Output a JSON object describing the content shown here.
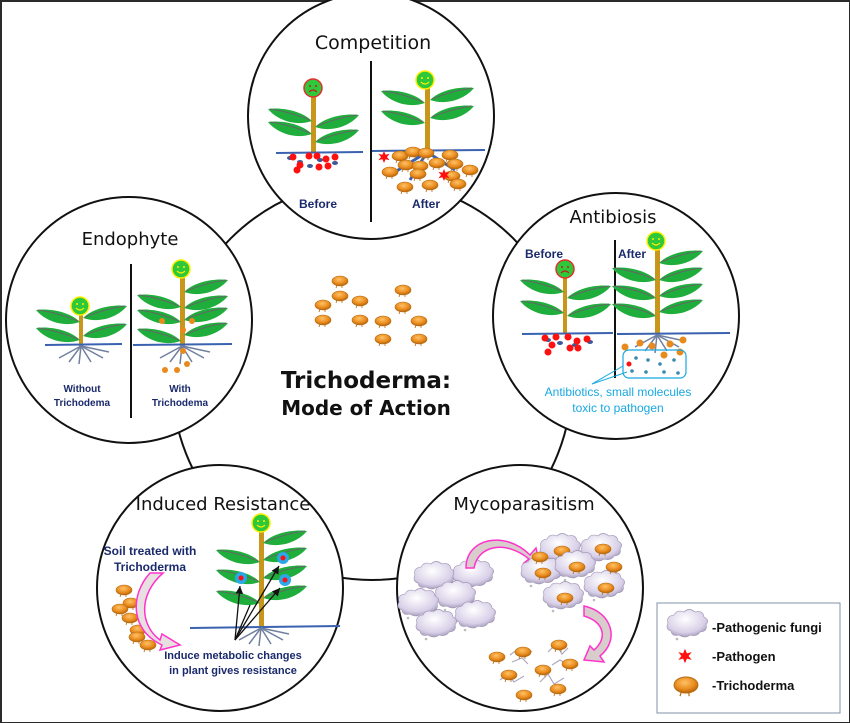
{
  "center": {
    "title_line1": "Trichoderma:",
    "title_line2": "Mode of Action"
  },
  "panels": {
    "competition": {
      "title": "Competition",
      "left_label": "Before",
      "right_label": "After"
    },
    "endophyte": {
      "title": "Endophyte",
      "left_label_line1": "Without",
      "left_label_line2": "Trichodema",
      "right_label_line1": "With",
      "right_label_line2": "Trichodema"
    },
    "antibiosis": {
      "title": "Antibiosis",
      "left_label": "Before",
      "right_label": "After",
      "note_line1": "Antibiotics, small molecules",
      "note_line2": "toxic to pathogen"
    },
    "induced_resistance": {
      "title": "Induced Resistance",
      "soil_note_line1": "Soil treated with",
      "soil_note_line2": "Trichoderma",
      "effect_note_line1": "Induce metabolic changes",
      "effect_note_line2": "in plant gives resistance"
    },
    "mycoparasitism": {
      "title": "Mycoparasitism"
    }
  },
  "legend": {
    "items": [
      {
        "icon": "pathogenic-fungi-icon",
        "label": "-Pathogenic fungi"
      },
      {
        "icon": "pathogen-icon",
        "label": "-Pathogen"
      },
      {
        "icon": "trichoderma-icon",
        "label": "-Trichoderma"
      }
    ]
  },
  "colors": {
    "leaf": "#1fae3c",
    "stem": "#c8961a",
    "trichoderma": "#e88a1c",
    "pathogen": "#ff1010",
    "fungi": "#d8d0e8",
    "arrow": "#ff33cc",
    "soil": "#3a62b0",
    "navy_text": "#1a2a6c",
    "cyan_text": "#18a8e0"
  }
}
